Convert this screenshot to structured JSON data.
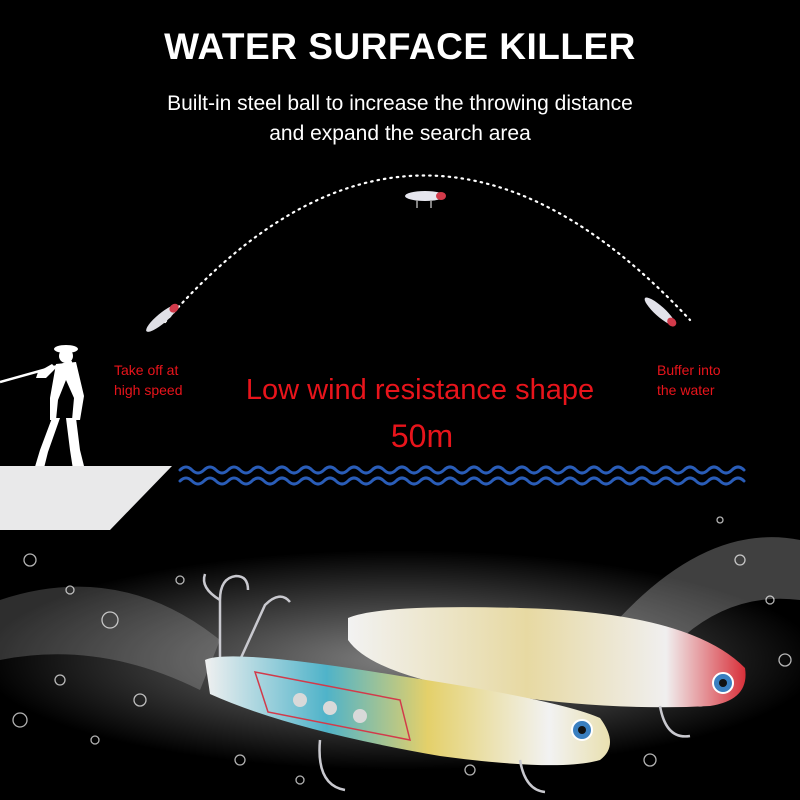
{
  "headline": "WATER SURFACE KILLER",
  "subtitle_line1": "Built-in steel ball to increase the throwing distance",
  "subtitle_line2": "and expand the search area",
  "label_takeoff_line1": "Take off at",
  "label_takeoff_line2": "high speed",
  "label_buffer_line1": "Buffer into",
  "label_buffer_line2": "the water",
  "feature_text": "Low wind resistance shape",
  "distance_text": "50m",
  "colors": {
    "background": "#000000",
    "headline": "#ffffff",
    "accent_red": "#e8141b",
    "wave_blue": "#2a5db8",
    "platform": "#e9e9ea"
  },
  "icons": [
    "angler-silhouette-icon",
    "lure-icon",
    "wave-icon",
    "water-splash-icon"
  ]
}
